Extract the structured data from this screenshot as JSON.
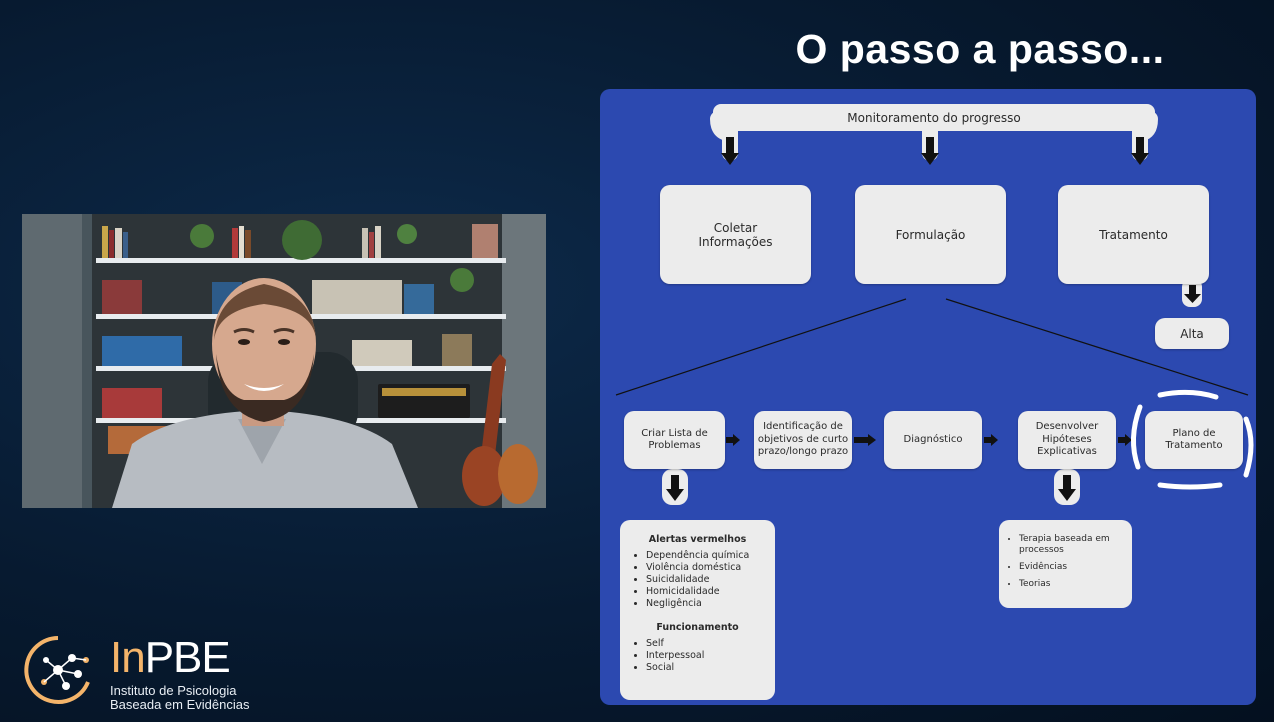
{
  "slide": {
    "title": "O passo a passo..."
  },
  "logo": {
    "name_part1": "In",
    "name_part2": "PBE",
    "subtitle_line1": "Instituto de Psicologia",
    "subtitle_line2": "Baseada em Evidências"
  },
  "diagram": {
    "banner": "Monitoramento do progresso",
    "top_boxes": {
      "coletar_line1": "Coletar",
      "coletar_line2": "Informações",
      "formulacao": "Formulação",
      "tratamento": "Tratamento",
      "alta": "Alta"
    },
    "steps": {
      "criar_line1": "Criar Lista de",
      "criar_line2": "Problemas",
      "ident_line1": "Identificação de",
      "ident_line2": "objetivos de curto",
      "ident_line3": "prazo/longo prazo",
      "diagnostico": "Diagnóstico",
      "hipo_line1": "Desenvolver",
      "hipo_line2": "Hipóteses",
      "hipo_line3": "Explicativas",
      "plano_line1": "Plano de",
      "plano_line2": "Tratamento"
    },
    "alerts": {
      "heading": "Alertas vermelhos",
      "items": [
        "Dependência química",
        "Violência doméstica",
        "Suicidalidade",
        "Homicidalidade",
        "Negligência"
      ],
      "heading2": "Funcionamento",
      "items2": [
        "Self",
        "Interpessoal",
        "Social"
      ]
    },
    "hypotheses": {
      "items": [
        "Terapia baseada em processos",
        "Evidências",
        "Teorias"
      ]
    }
  },
  "colors": {
    "panel": "#2c49b0",
    "box": "#ececec",
    "background": "#071a30",
    "logo_accent": "#f4b46a"
  }
}
